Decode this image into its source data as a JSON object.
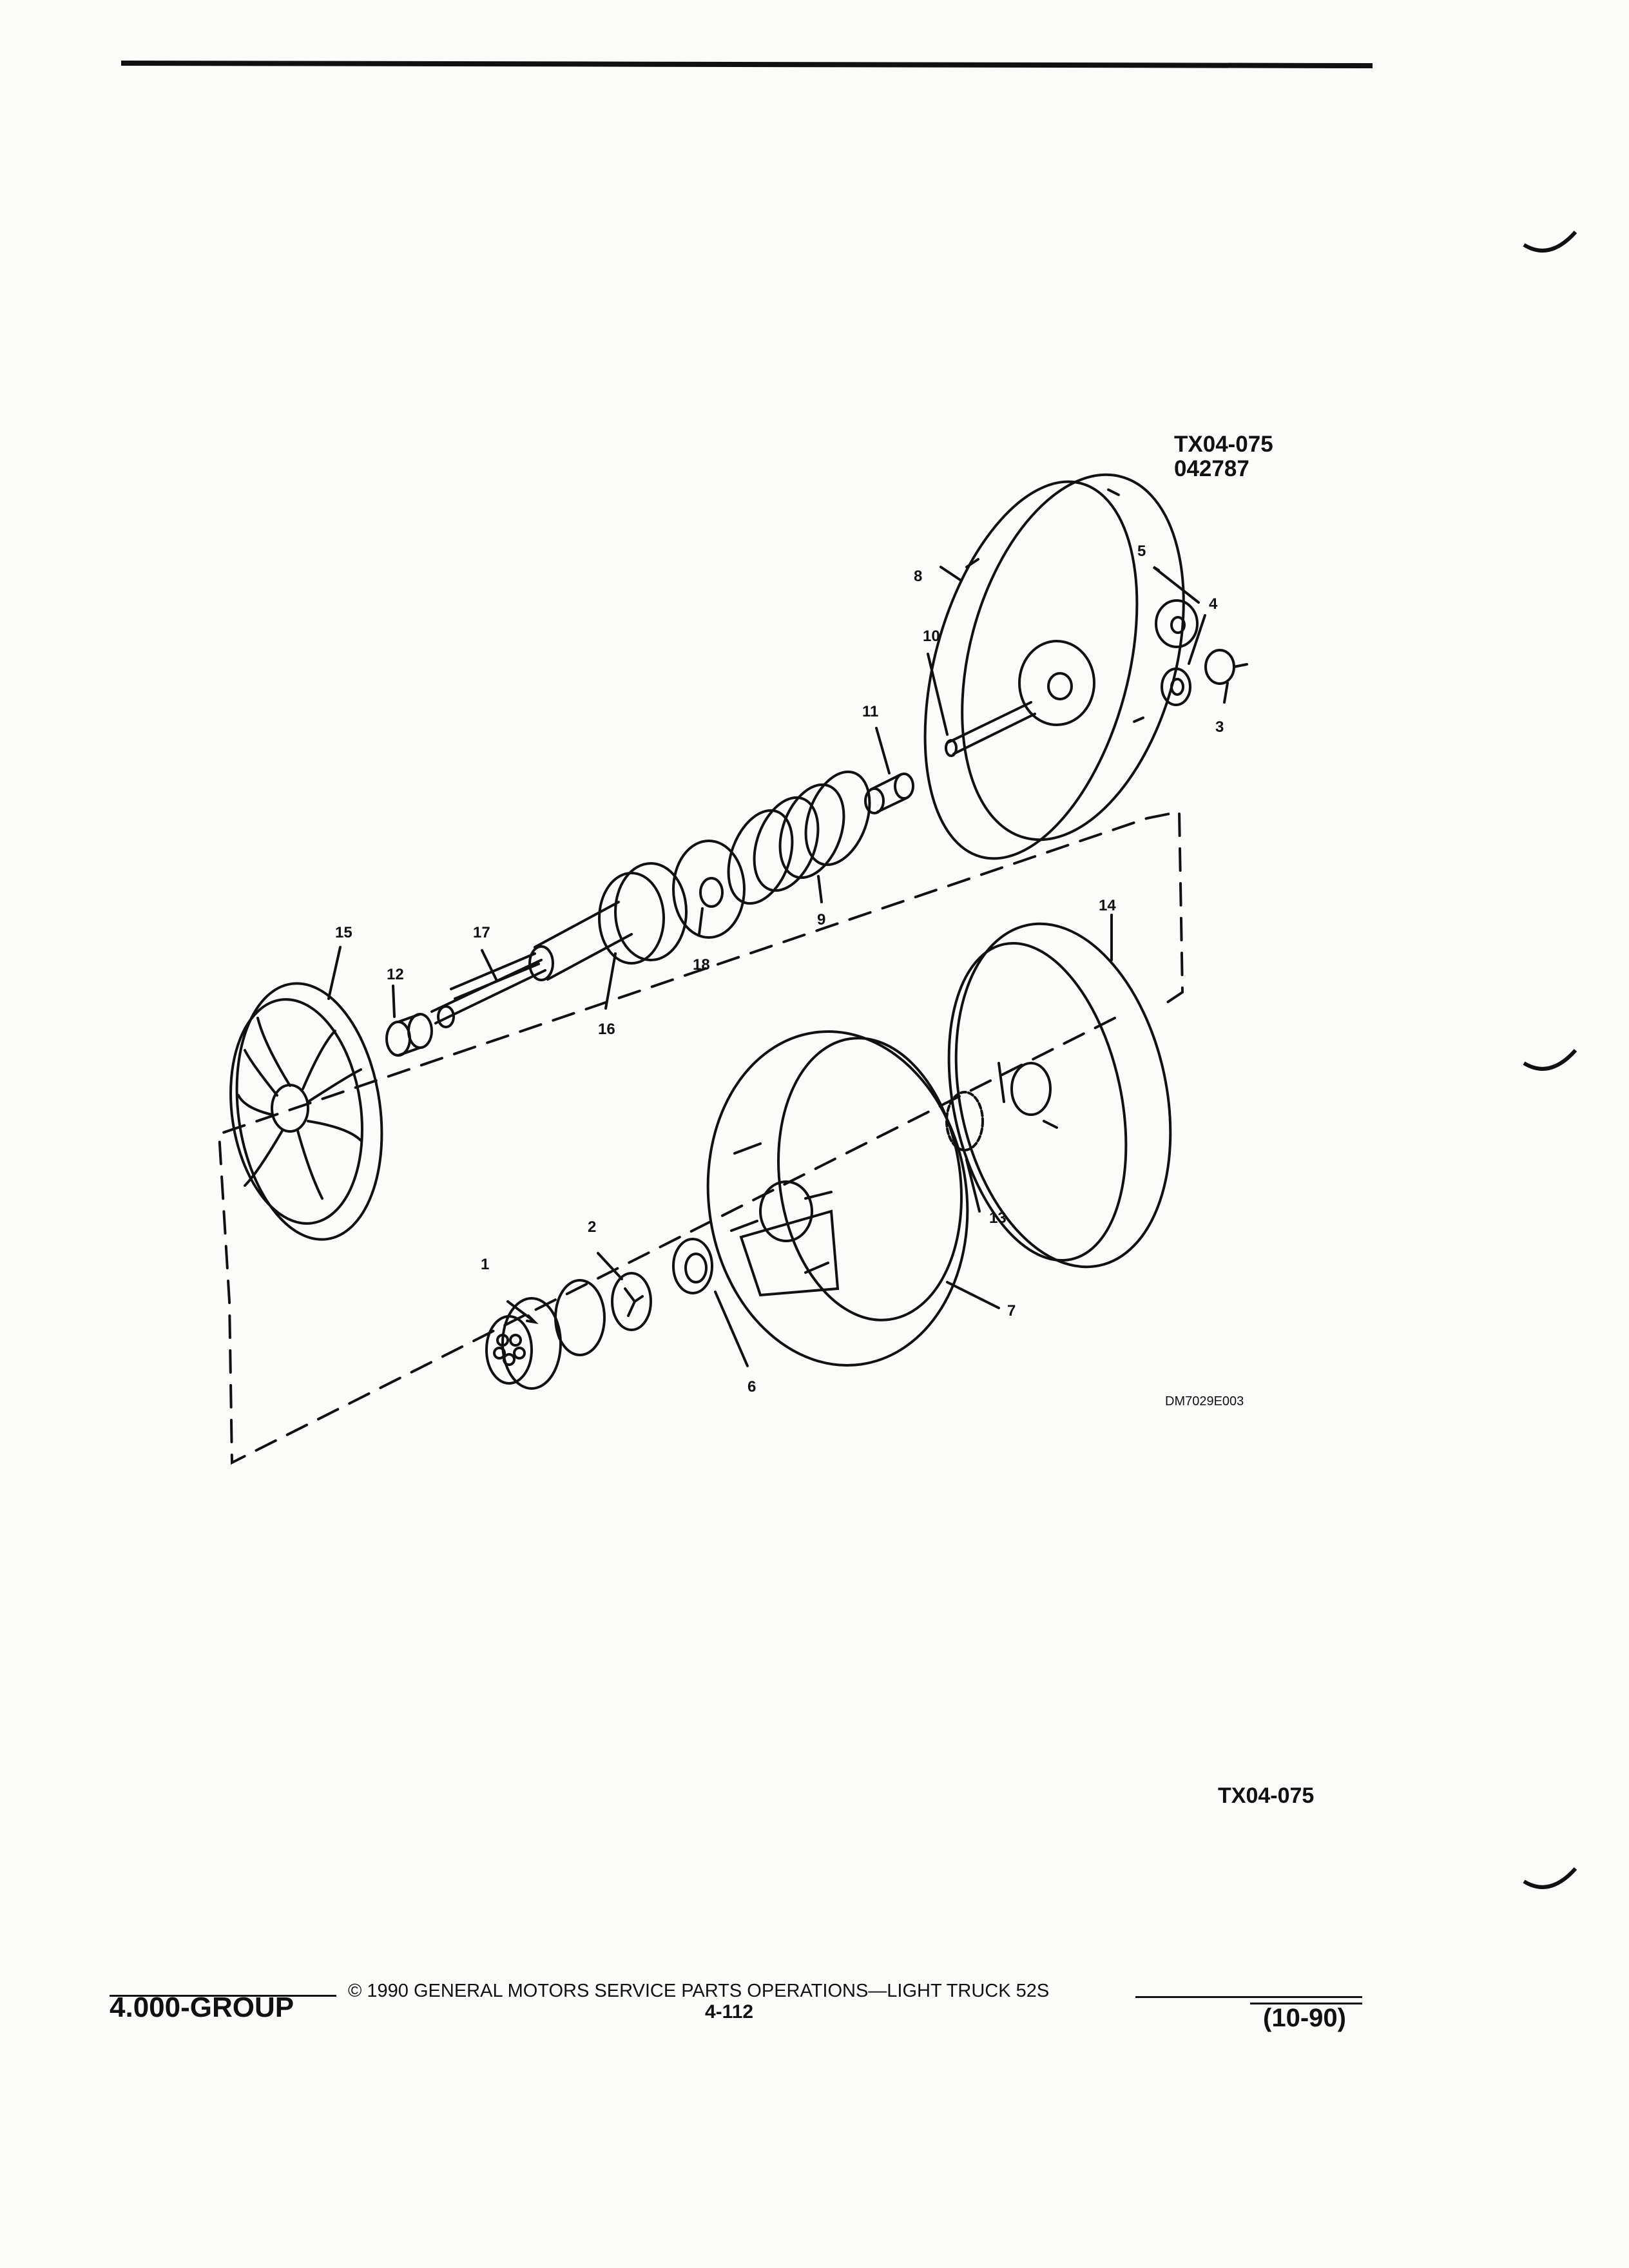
{
  "header": {
    "figure_code": "TX04-075",
    "figure_number": "042787"
  },
  "diagram": {
    "drawing_id": "DM7029E003",
    "callouts": [
      "1",
      "2",
      "3",
      "4",
      "5",
      "6",
      "7",
      "8",
      "9",
      "10",
      "11",
      "12",
      "13",
      "14",
      "15",
      "16",
      "17",
      "18"
    ]
  },
  "figure_footer_code": "TX04-075",
  "footer": {
    "copyright": "© 1990  GENERAL MOTORS SERVICE PARTS OPERATIONS—LIGHT TRUCK 52S",
    "group": "4.000-GROUP",
    "page_number": "4-112",
    "revision": "(10-90)"
  }
}
